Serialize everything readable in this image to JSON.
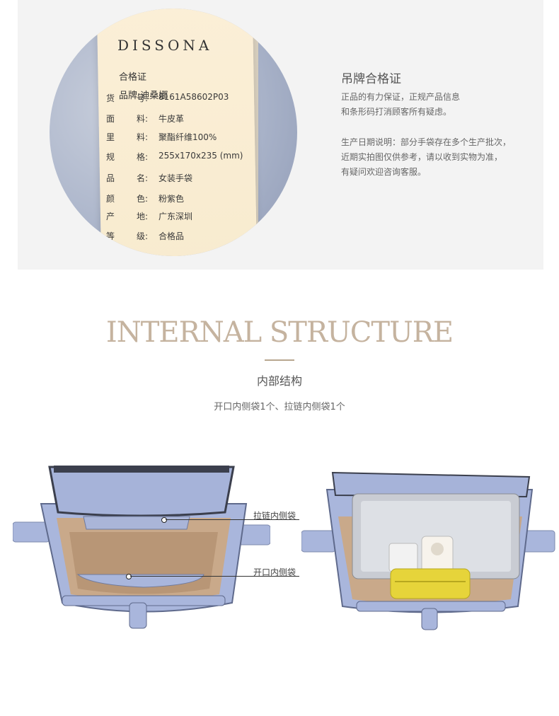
{
  "hang_tag": {
    "brand_logo": "DISSONA",
    "title": "合格证",
    "brand_line": "品牌:迪桑娜",
    "rows": [
      {
        "k1": "货",
        "k2": "号:",
        "value": "8161A58602P03"
      },
      {
        "k1": "面",
        "k2": "料:",
        "value": "牛皮革"
      },
      {
        "k1": "里",
        "k2": "料:",
        "value": "聚酯纤维100%"
      },
      {
        "k1": "规",
        "k2": "格:",
        "value": "255x170x235 (mm)"
      },
      {
        "k1": "品",
        "k2": "名:",
        "value": "女装手袋"
      },
      {
        "k1": "颜",
        "k2": "色:",
        "value": "粉紫色"
      },
      {
        "k1": "产",
        "k2": "地:",
        "value": "广东深圳"
      },
      {
        "k1": "等",
        "k2": "级:",
        "value": "合格品"
      }
    ]
  },
  "tag_info": {
    "heading": "吊牌合格证",
    "desc1": [
      "正品的有力保证，正规产品信息",
      "和条形码打消顾客所有疑虑。"
    ],
    "desc2": [
      "生产日期说明：部分手袋存在多个生产批次，",
      "近期实拍图仅供参考，请以收到实物为准，",
      "有疑问欢迎咨询客服。"
    ]
  },
  "structure": {
    "en_title": "INTERNAL STRUCTURE",
    "cn_title": "内部结构",
    "subtitle": "开口内侧袋1个、拉链内侧袋1个",
    "callouts": {
      "zip_pocket": "拉链内侧袋",
      "open_pocket": "开口内侧袋"
    }
  },
  "colors": {
    "bag": "#a9b6dc",
    "lining": "#c9a98a",
    "title_gold": "#c5b39f",
    "tag_paper": "#f8ebcf"
  }
}
